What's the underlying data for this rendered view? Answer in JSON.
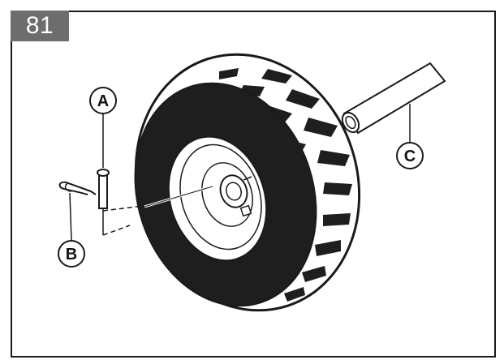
{
  "step": {
    "number": "81"
  },
  "callouts": {
    "a": "A",
    "b": "B",
    "c": "C"
  },
  "colors": {
    "badge": "#6d6d6d",
    "tire": "#1e1e1e",
    "line": "#1a1a1a"
  }
}
